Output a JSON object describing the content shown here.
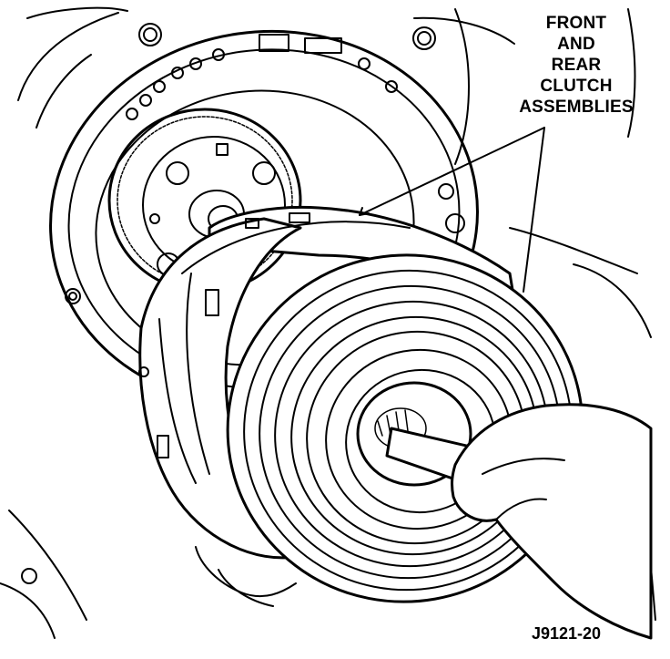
{
  "callout": {
    "lines": [
      "FRONT",
      "AND",
      "REAR",
      "CLUTCH",
      "ASSEMBLIES"
    ]
  },
  "figure_id": "J9121-20",
  "colors": {
    "ink": "#000000",
    "paper": "#ffffff"
  }
}
